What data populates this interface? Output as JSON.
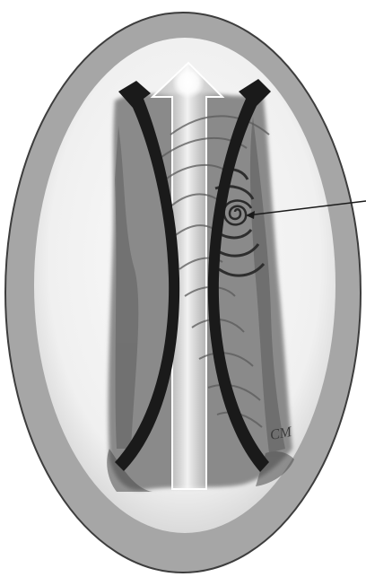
{
  "figure": {
    "signature_initials": "CM",
    "colors": {
      "outer_ring": "#a6a6a6",
      "inner_field": "#f4f4f4",
      "tissue": "#7d7d7d",
      "curved_arrows": "#1a1a1a",
      "central_arrow_outline": "#ffffff",
      "spiral_lines": "#555555",
      "pointer_line": "#1a1a1a"
    },
    "elements": [
      "outer-oval",
      "inner-oval",
      "tissue-strip",
      "central-up-arrow",
      "left-curved-arrow",
      "right-curved-arrow",
      "concentric-arcs",
      "spiral-mark",
      "pointer-line"
    ]
  }
}
